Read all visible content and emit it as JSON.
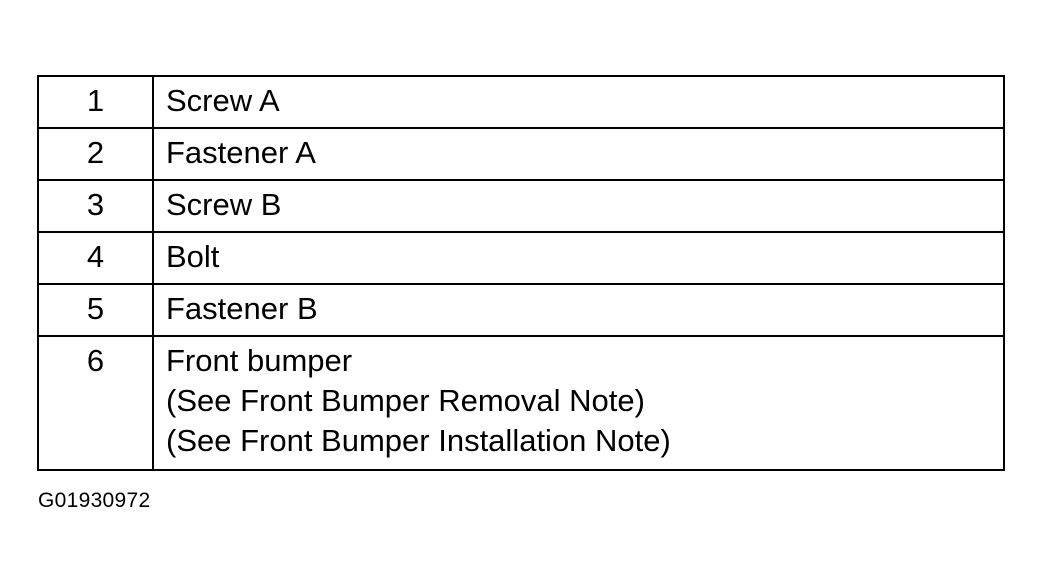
{
  "legend": {
    "rows": [
      {
        "number": "1",
        "lines": [
          "Screw A"
        ]
      },
      {
        "number": "2",
        "lines": [
          "Fastener A"
        ]
      },
      {
        "number": "3",
        "lines": [
          "Screw B"
        ]
      },
      {
        "number": "4",
        "lines": [
          "Bolt"
        ]
      },
      {
        "number": "5",
        "lines": [
          "Fastener B"
        ]
      },
      {
        "number": "6",
        "lines": [
          "Front bumper",
          "(See Front Bumper Removal Note)",
          "(See Front Bumper Installation Note)"
        ]
      }
    ]
  },
  "figure_id": "G01930972"
}
